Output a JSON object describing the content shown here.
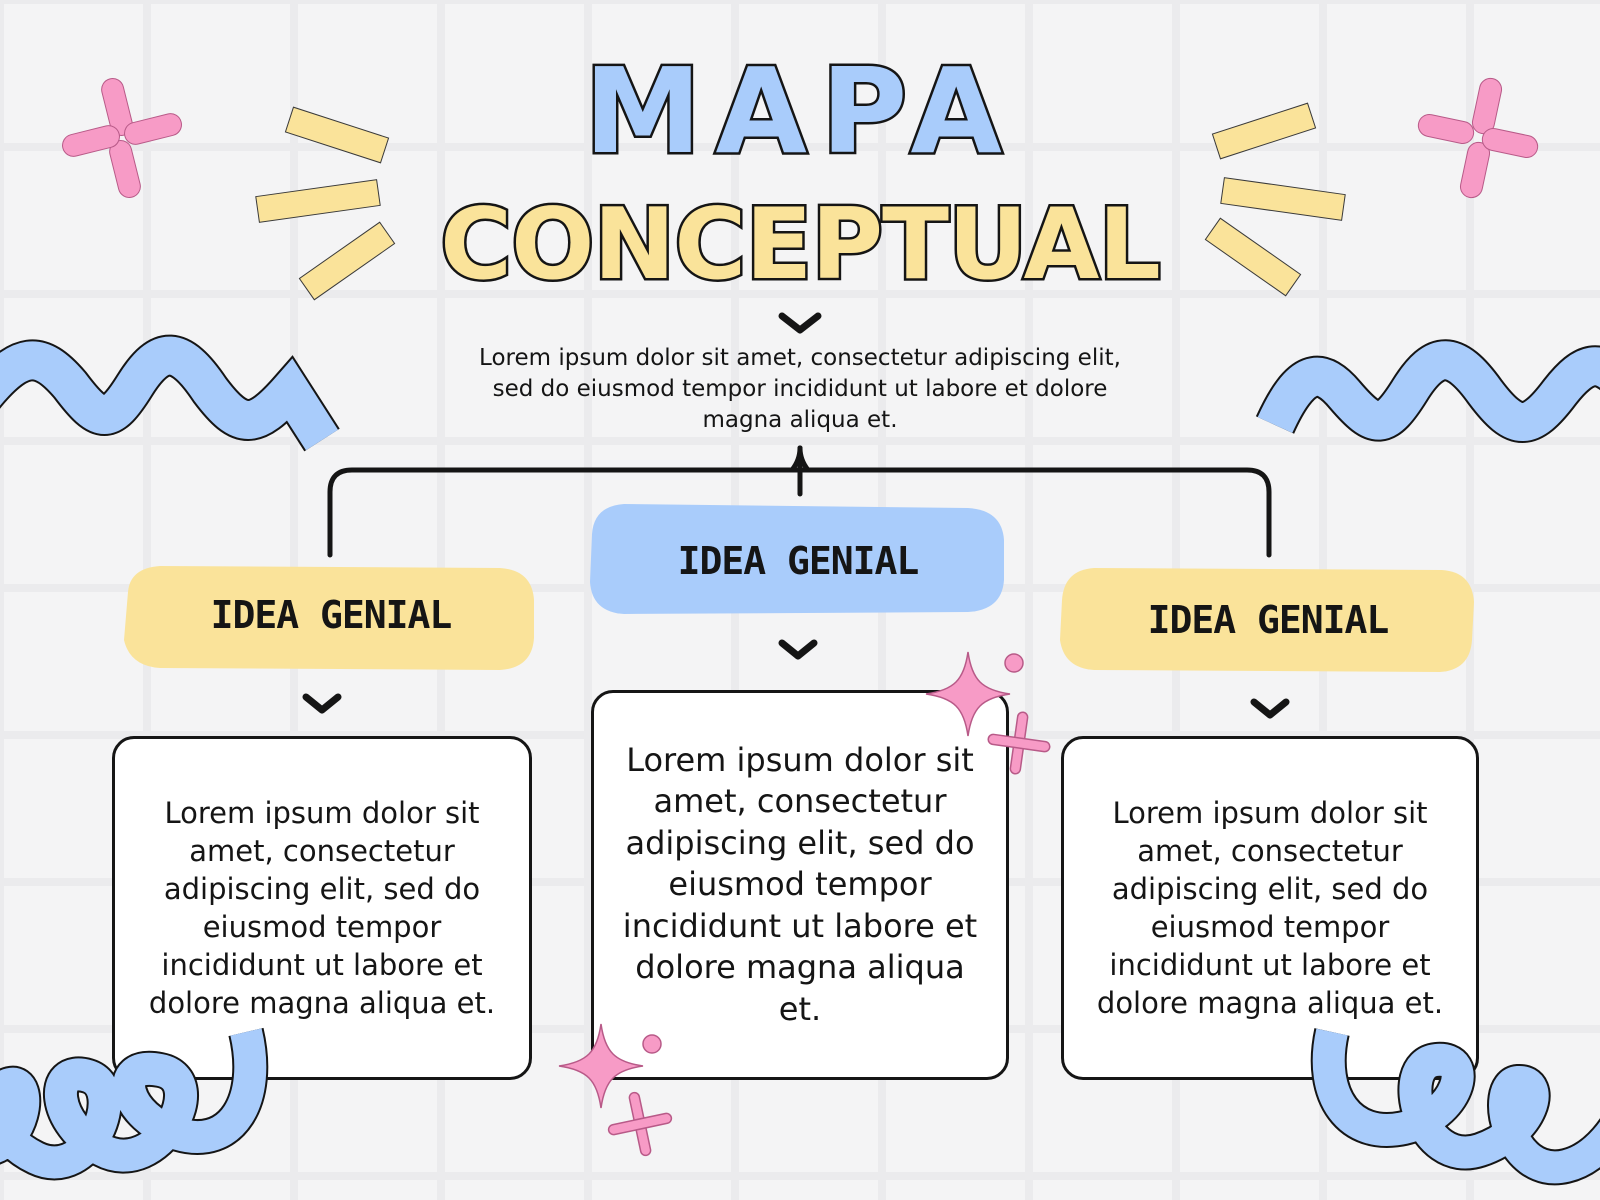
{
  "title": {
    "line1": "MAPA",
    "line2": "CONCEPTUAL"
  },
  "intro_text": "Lorem ipsum dolor sit amet, consectetur adipiscing elit, sed do eiusmod tempor incididunt ut labore et dolore magna aliqua et.",
  "ideas": [
    {
      "label": "IDEA GENIAL",
      "color": "#fae39a",
      "text": "Lorem ipsum dolor sit amet, consectetur adipiscing elit, sed do eiusmod tempor incididunt ut labore et dolore magna aliqua et."
    },
    {
      "label": "IDEA GENIAL",
      "color": "#a9ccfb",
      "text": "Lorem ipsum dolor sit amet, consectetur adipiscing elit, sed do eiusmod tempor incididunt ut labore et dolore magna aliqua et."
    },
    {
      "label": "IDEA GENIAL",
      "color": "#fae39a",
      "text": "Lorem ipsum dolor sit amet, consectetur adipiscing elit, sed do eiusmod tempor incididunt ut labore et dolore magna aliqua et."
    }
  ],
  "colors": {
    "blue": "#a9ccfb",
    "yellow": "#fae39a",
    "pink": "#f79bc6",
    "ink": "#151515",
    "background": "#f4f4f5"
  },
  "decorations": [
    "pink-sparkle-icon",
    "yellow-burst-icon",
    "blue-wave-icon",
    "blue-coil-icon",
    "pink-star-icon"
  ]
}
